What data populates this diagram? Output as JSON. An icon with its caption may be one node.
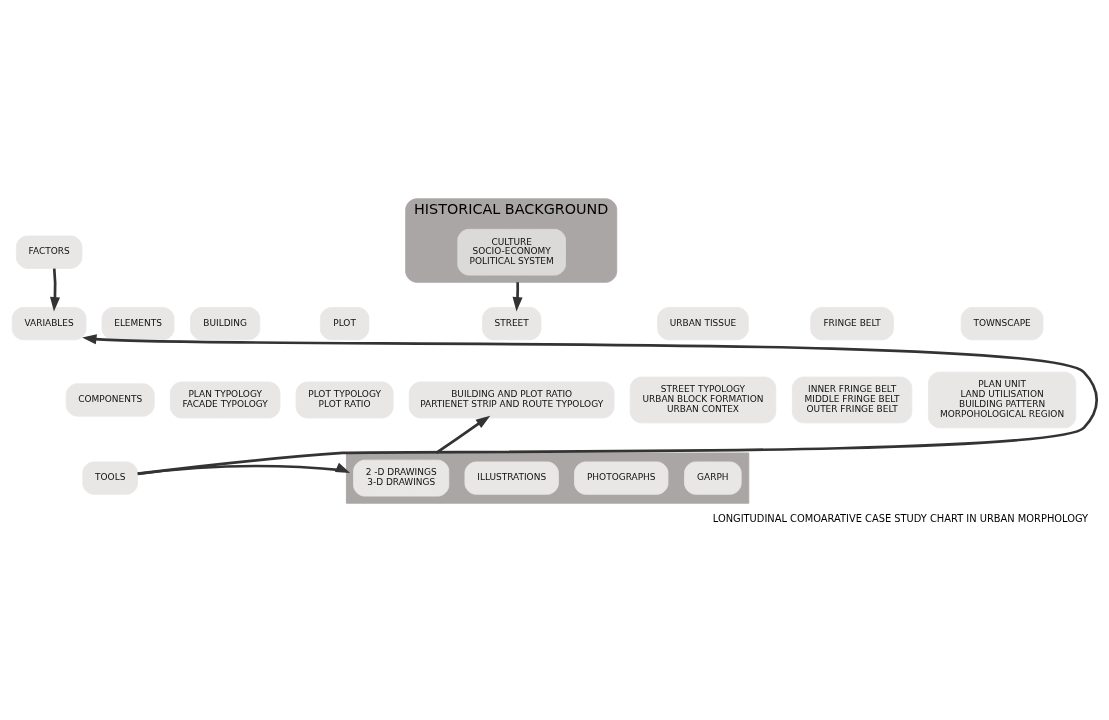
{
  "diagram": {
    "caption": "LONGITUDINAL COMOARATIVE CASE STUDY CHART IN URBAN MORPHOLOGY",
    "nodes": [
      {
        "text": [
          "FACTORS"
        ]
      },
      {
        "text": [
          "VARIABLES"
        ]
      },
      {
        "text": [
          "ELEMENTS"
        ]
      },
      {
        "text": [
          "COMPONENTS"
        ]
      },
      {
        "text": [
          "TOOLS"
        ]
      },
      {
        "text": [
          "HISTORICAL BACKGROUND"
        ]
      },
      {
        "text": [
          "CULTURE",
          "SOCIO-ECONOMY",
          "POLITICAL SYSTEM"
        ],
        "in": 5
      },
      {
        "text": [
          "BUILDING"
        ]
      },
      {
        "text": [
          "PLOT"
        ]
      },
      {
        "text": [
          "STREET"
        ]
      },
      {
        "text": [
          "URBAN TISSUE"
        ]
      },
      {
        "text": [
          "FRINGE BELT"
        ]
      },
      {
        "text": [
          "TOWNSCAPE"
        ]
      },
      {
        "text": [
          "PLAN TYPOLOGY",
          "FACADE TYPOLOGY"
        ]
      },
      {
        "text": [
          "PLOT TYPOLOGY",
          "PLOT RATIO"
        ]
      },
      {
        "text": [
          "BUILDING AND PLOT RATIO",
          "PARTIENET STRIP AND ROUTE TYPOLOGY"
        ]
      },
      {
        "text": [
          "STREET TYPOLOGY",
          "URBAN BLOCK FORMATION",
          "URBAN CONTEX"
        ]
      },
      {
        "text": [
          "INNER FRINGE BELT",
          "MIDDLE FRINGE BELT",
          "OUTER FRINGE BELT"
        ]
      },
      {
        "text": [
          "PLAN UNIT",
          "LAND UTILISATION",
          "BUILDING PATTERN",
          "MORPOHOLOGICAL REGION"
        ]
      },
      {
        "text": [],
        "shape": "bar"
      },
      {
        "text": [
          "2 -D DRAWINGS",
          "3-D DRAWINGS"
        ],
        "in": 19
      },
      {
        "text": [
          "ILLUSTRATIONS"
        ],
        "in": 19
      },
      {
        "text": [
          "PHOTOGRAPHS"
        ],
        "in": 19
      },
      {
        "text": [
          "GARPH"
        ],
        "in": 19
      }
    ],
    "edges": [
      {
        "from": 0,
        "to": 1,
        "arrow": "to"
      },
      {
        "from": 4,
        "to": 1,
        "arrow": "to"
      },
      {
        "from": 4,
        "to": 19,
        "arrow": "to"
      },
      {
        "from": 5,
        "to": 9,
        "arrow": "to"
      },
      {
        "from": 19,
        "to": 15,
        "arrow": "to"
      }
    ]
  }
}
